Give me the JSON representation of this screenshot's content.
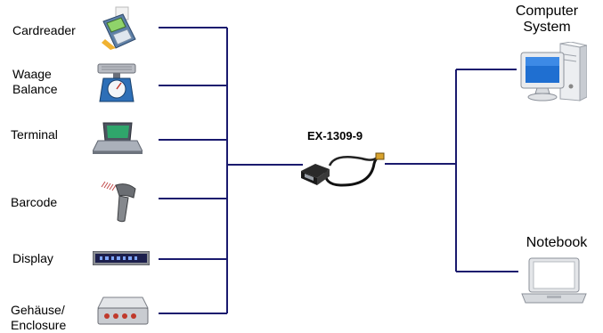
{
  "devices": [
    {
      "id": "cardreader",
      "label": "Cardreader",
      "icon": "card-terminal-icon"
    },
    {
      "id": "scale",
      "label": "Waage\nBalance",
      "icon": "scale-icon"
    },
    {
      "id": "terminal",
      "label": "Terminal",
      "icon": "laptop-terminal-icon"
    },
    {
      "id": "barcode",
      "label": "Barcode",
      "icon": "barcode-scanner-icon"
    },
    {
      "id": "display",
      "label": "Display",
      "icon": "led-display-icon"
    },
    {
      "id": "enclosure",
      "label": "Gehäuse/\nEnclosure",
      "icon": "enclosure-box-icon"
    }
  ],
  "center": {
    "label": "EX-1309-9",
    "icon": "usb-serial-adapter-icon"
  },
  "targets": [
    {
      "id": "computer",
      "label": "Computer\nSystem",
      "icon": "desktop-computer-icon"
    },
    {
      "id": "notebook",
      "label": "Notebook",
      "icon": "notebook-icon"
    }
  ],
  "colors": {
    "wire": "#1a1a6e"
  }
}
